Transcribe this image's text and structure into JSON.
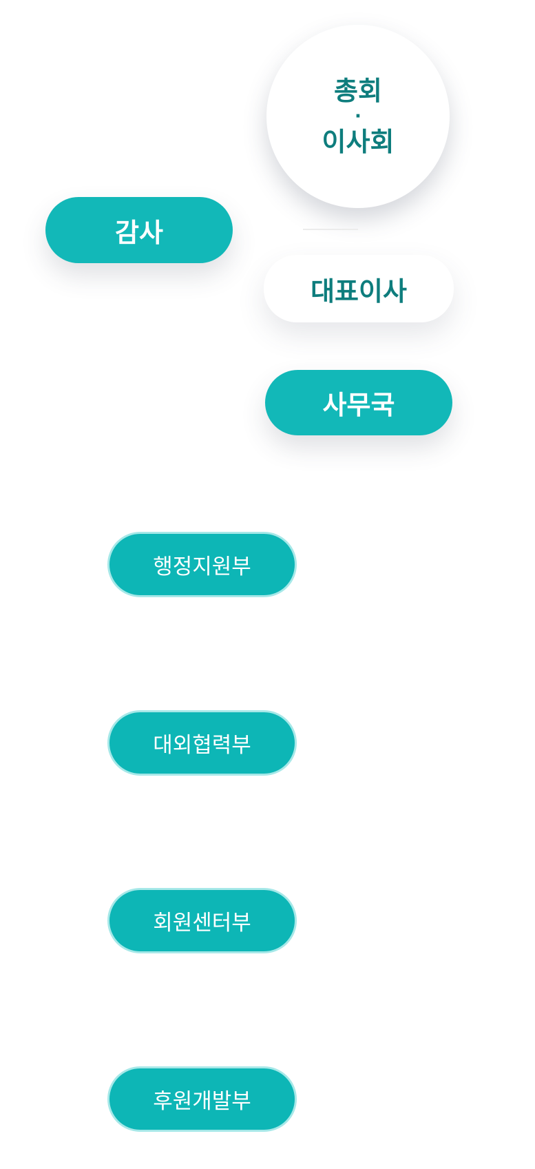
{
  "org": {
    "general_meeting": {
      "line1": "총회",
      "separator": "·",
      "line2": "이사회"
    },
    "auditor": "감사",
    "ceo": "대표이사",
    "secretariat": "사무국",
    "departments": [
      "행정지원부",
      "대외협력부",
      "회원센터부",
      "후원개발부"
    ]
  },
  "colors": {
    "primary": "#12b8b8",
    "department": "#0db6b6",
    "department_border": "#a6e8e8",
    "dark_text": "#0e7d7d",
    "white": "#ffffff"
  }
}
